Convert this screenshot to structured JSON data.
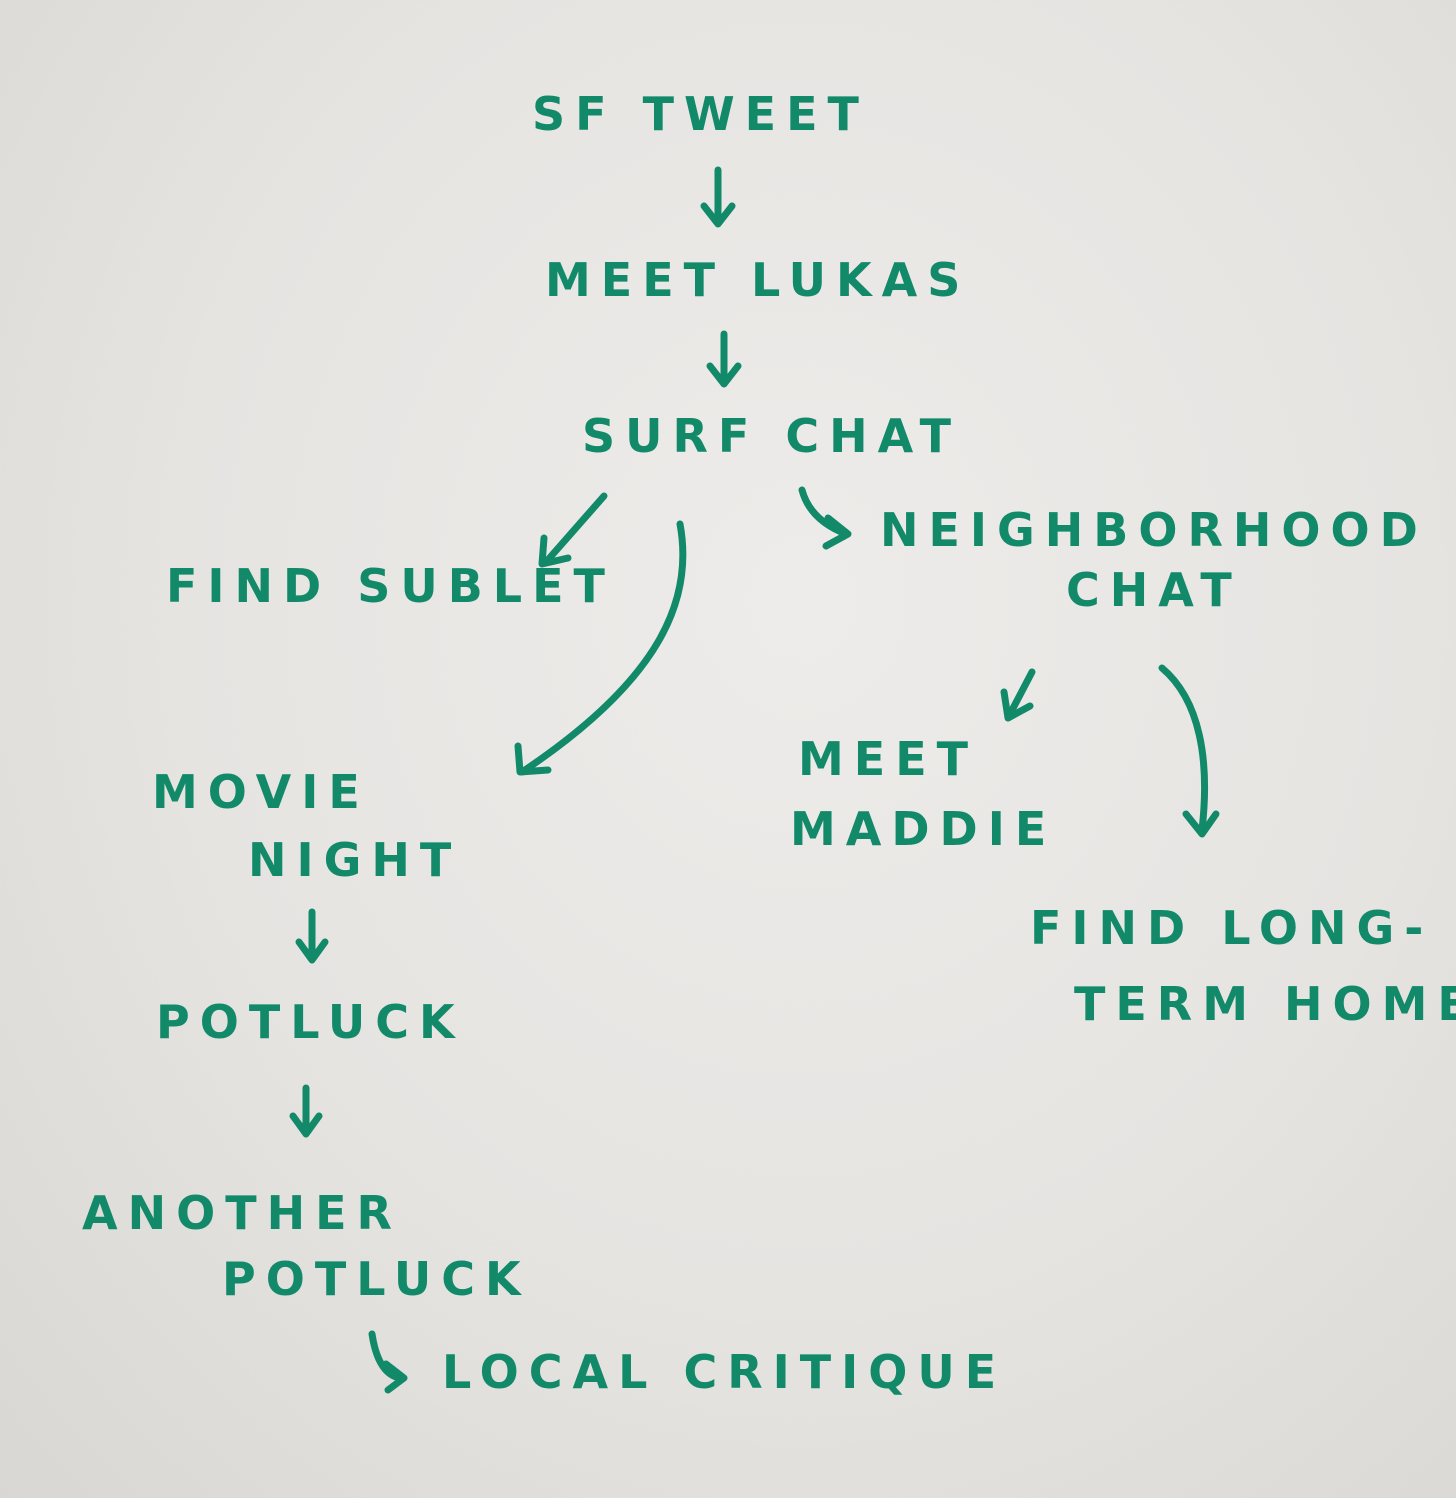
{
  "colors": {
    "ink": "#128a6a",
    "paper": "#e8e6e3"
  },
  "nodes": {
    "sf_tweet": [
      "SF TWEET"
    ],
    "meet_lukas": [
      "MEET LUKAS"
    ],
    "surf_chat": [
      "SURF CHAT"
    ],
    "find_sublet": [
      "FIND SUBLET"
    ],
    "neighborhood_chat": [
      "NEIGHBORHOOD",
      "CHAT"
    ],
    "movie_night": [
      "MOVIE",
      "NIGHT"
    ],
    "meet_maddie": [
      "MEET",
      "MADDIE"
    ],
    "find_long_term_home": [
      "FIND LONG-",
      "TERM HOME"
    ],
    "potluck": [
      "POTLUCK"
    ],
    "another_potluck": [
      "ANOTHER",
      "POTLUCK"
    ],
    "local_critique": [
      "LOCAL CRITIQUE"
    ]
  },
  "edges": [
    {
      "from": "sf_tweet",
      "to": "meet_lukas"
    },
    {
      "from": "meet_lukas",
      "to": "surf_chat"
    },
    {
      "from": "surf_chat",
      "to": "find_sublet"
    },
    {
      "from": "surf_chat",
      "to": "movie_night"
    },
    {
      "from": "surf_chat",
      "to": "neighborhood_chat"
    },
    {
      "from": "neighborhood_chat",
      "to": "meet_maddie"
    },
    {
      "from": "neighborhood_chat",
      "to": "find_long_term_home"
    },
    {
      "from": "movie_night",
      "to": "potluck"
    },
    {
      "from": "potluck",
      "to": "another_potluck"
    },
    {
      "from": "another_potluck",
      "to": "local_critique"
    }
  ]
}
